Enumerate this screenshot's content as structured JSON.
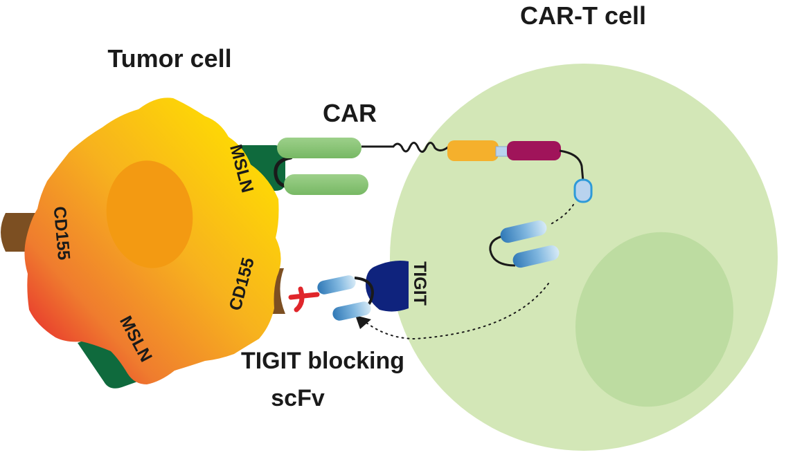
{
  "labels": {
    "car_t_cell": "CAR-T cell",
    "tumor_cell": "Tumor cell",
    "car": "CAR",
    "mesothelin_top": "MSLN",
    "mesothelin_bottom": "MSLN",
    "cd155_left": "CD155",
    "cd155_right": "CD155",
    "tigit": "TIGIT",
    "scfv_line1": "TIGIT blocking",
    "scfv_line2": "scFv"
  },
  "colors": {
    "car_t_cytoplasm": "#d3e7b7",
    "car_t_nucleus": "#bcdca0",
    "tumor_yellow": "#ffd400",
    "tumor_orange": "#f29a2e",
    "tumor_red": "#e8372e",
    "tumor_nucleus": "#f39a12",
    "mesothelin": "#0f6a3d",
    "cd155": "#7c4f22",
    "car_scfv": "#8cc57a",
    "hinge_domain": "#f5b02c",
    "costim_domain": "#a0145a",
    "cd3z_domain": "#b9d3ee",
    "tigit": "#0f237d",
    "blocking_scfv": "#4b92c9",
    "block_mark": "#e0262b"
  }
}
